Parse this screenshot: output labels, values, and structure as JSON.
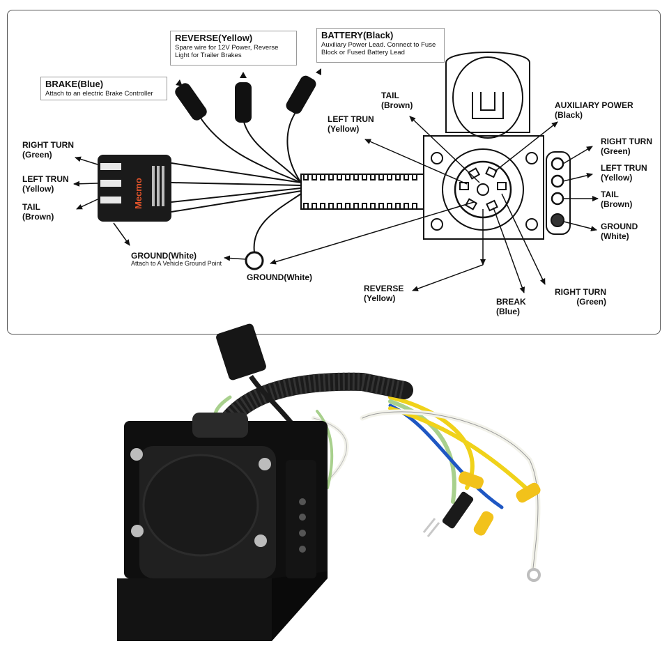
{
  "callouts": {
    "brake": {
      "title": "BRAKE(Blue)",
      "desc": "Attach to an electric Brake Controller"
    },
    "reverse": {
      "title": "REVERSE(Yellow)",
      "desc": "Spare wire for 12V Power, Reverse Light for Trailer Brakes"
    },
    "battery": {
      "title": "BATTERY(Black)",
      "desc": "Auxiliary Power Lead. Connect to Fuse Block or Fused Battery Lead"
    }
  },
  "flat4_labels": {
    "right_turn": [
      "RIGHT TURN",
      "(Green)"
    ],
    "left_trun": [
      "LEFT TRUN",
      "(Yellow)"
    ],
    "tail": [
      "TAIL",
      "(Brown)"
    ]
  },
  "plug_brand": "Mecmo",
  "ground_left": {
    "title": "GROUND(White)",
    "desc": "Attach to A Vehicle Ground Point"
  },
  "ground_ring": "GROUND(White)",
  "socket_labels": {
    "tail": [
      "TAIL",
      "(Brown)"
    ],
    "left_trun": [
      "LEFT TRUN",
      "(Yellow)"
    ],
    "auxiliary_power": [
      "AUXILIARY POWER",
      "(Black)"
    ],
    "reverse": [
      "REVERSE",
      "(Yellow)"
    ],
    "break": [
      "BREAK",
      "(Blue)"
    ],
    "right_turn": [
      "RIGHT TURN",
      "(Green)"
    ]
  },
  "side_labels": {
    "right_turn": [
      "RIGHT TURN",
      "(Green)"
    ],
    "left_trun": [
      "LEFT TRUN",
      "(Yellow)"
    ],
    "tail": [
      "TAIL",
      "(Brown)"
    ],
    "ground": [
      "GROUND",
      "(White)"
    ]
  },
  "colors": {
    "frame": "#555555",
    "ink": "#111111",
    "plug_body": "#1a1a1a",
    "brand": "#e2542b",
    "wire_green": "#a8d08d",
    "wire_yellow": "#f0d21a",
    "wire_blue": "#1f57c3",
    "wire_white": "#f2f2ea",
    "wire_brown": "#6b4a2b"
  }
}
